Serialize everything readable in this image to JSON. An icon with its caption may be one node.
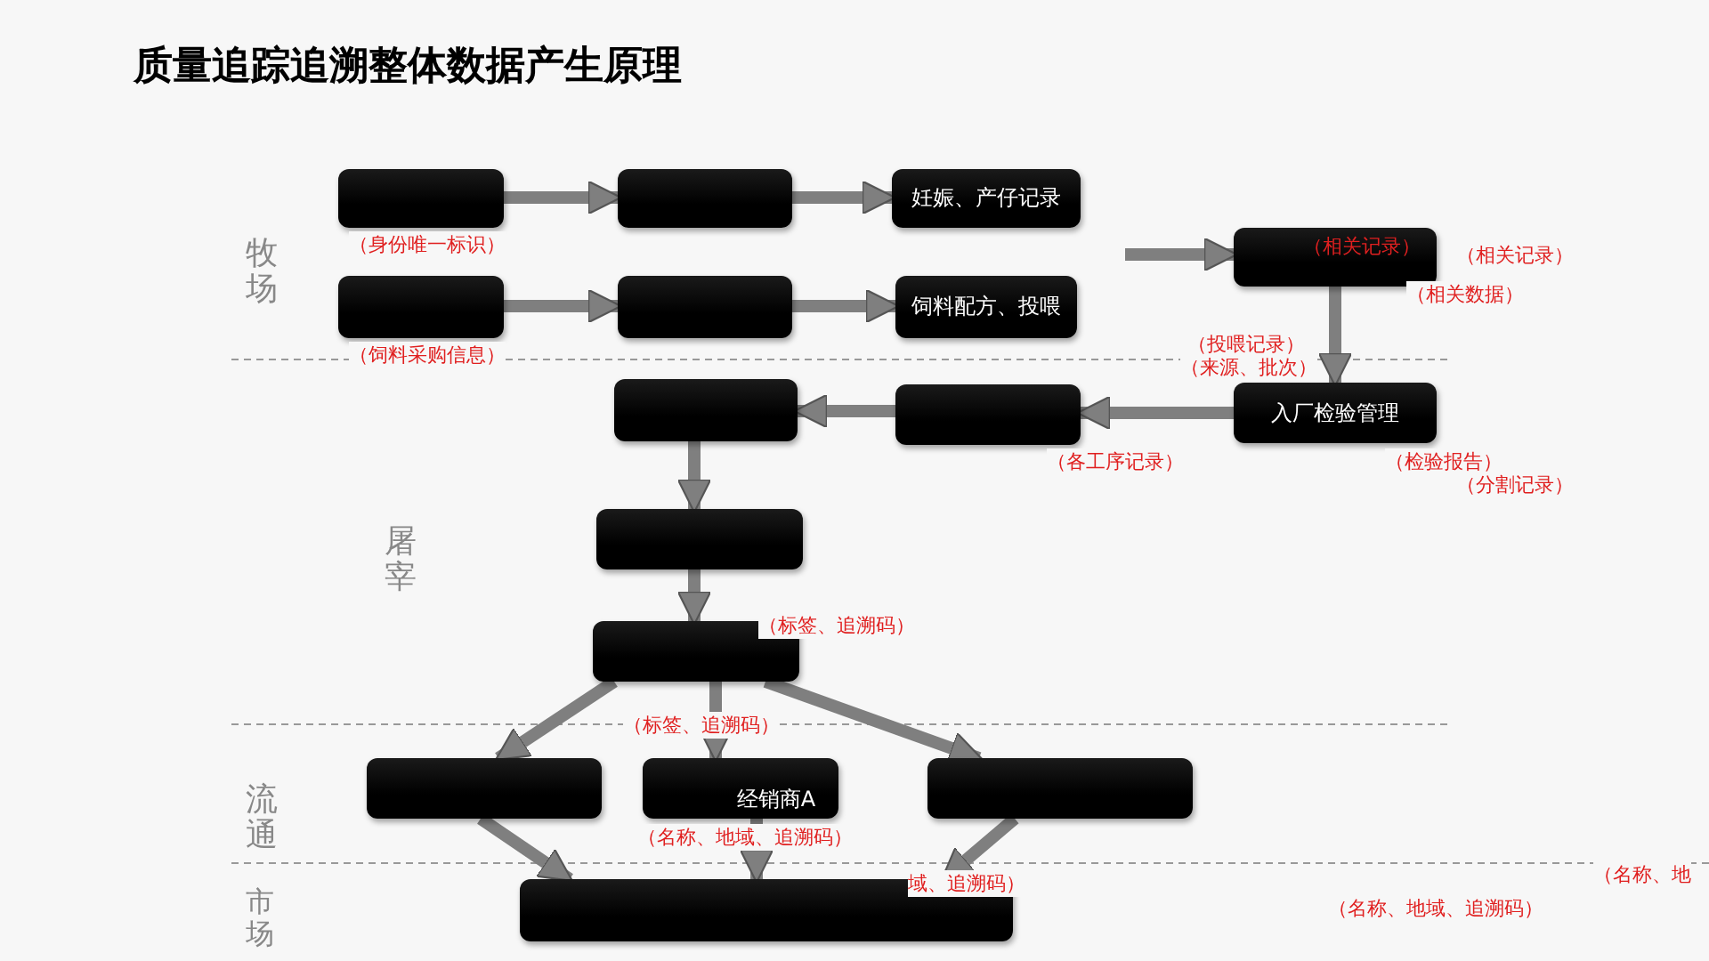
{
  "diagram": {
    "title": "质量追踪追溯整体数据产生原理",
    "nodes": [
      {
        "text": [],
        "shape": "box",
        "beside": [
          "（身份唯一标识）"
        ]
      },
      {
        "text": [],
        "shape": "box"
      },
      {
        "text": [
          "妊娠、产仔记录"
        ]
      },
      {
        "text": [
          "（相关记录）"
        ]
      },
      {
        "text": [],
        "shape": "box",
        "beside": [
          "（饲料采购信息）"
        ]
      },
      {
        "text": [],
        "shape": "box"
      },
      {
        "text": [
          "饲料配方、投喂"
        ]
      },
      {
        "text": [],
        "shape": "box"
      },
      {
        "text": [],
        "shape": "box"
      },
      {
        "text": [
          "入厂检验管理"
        ]
      },
      {
        "text": [],
        "shape": "box"
      },
      {
        "text": [],
        "shape": "box"
      },
      {
        "text": [],
        "shape": "box"
      },
      {
        "text": [
          "经销商A"
        ]
      },
      {
        "text": [],
        "shape": "box"
      },
      {
        "text": [],
        "shape": "box"
      }
    ],
    "edges": [
      {
        "from": 0,
        "to": 1,
        "arrow": "to"
      },
      {
        "from": 1,
        "to": 2,
        "arrow": "to"
      },
      {
        "from": 4,
        "to": 5,
        "arrow": "to"
      },
      {
        "from": 5,
        "to": 6,
        "arrow": "to"
      },
      {
        "from": null,
        "to": 3,
        "arrow": "to"
      },
      {
        "from": 3,
        "to": 9,
        "arrow": "to"
      },
      {
        "from": 9,
        "to": 8,
        "arrow": "to"
      },
      {
        "from": 8,
        "to": 7,
        "arrow": "to"
      },
      {
        "from": 7,
        "to": 10,
        "arrow": "to"
      },
      {
        "from": 10,
        "to": 11,
        "arrow": "to"
      },
      {
        "from": 11,
        "to": 12,
        "arrow": "to"
      },
      {
        "from": 11,
        "to": 13,
        "arrow": "to"
      },
      {
        "from": 11,
        "to": 14,
        "arrow": "to"
      },
      {
        "from": 12,
        "to": 15,
        "arrow": "to"
      },
      {
        "from": 13,
        "to": 15,
        "arrow": "to"
      },
      {
        "from": 14,
        "to": 15,
        "arrow": "to"
      }
    ],
    "labels": [
      "牧场",
      "（相关记录）",
      "（相关数据）",
      "（投喂记录）",
      "（来源、批次）",
      "（各工序记录）",
      "（检验报告）",
      "（分割记录）",
      "屠宰",
      "（标签、追溯码）",
      "（标签、追溯码）",
      "流通",
      "（名称、地域、追溯码）",
      "（名称、地",
      "域、追溯码）",
      "市场",
      "（名称、地域、追溯码）"
    ]
  }
}
